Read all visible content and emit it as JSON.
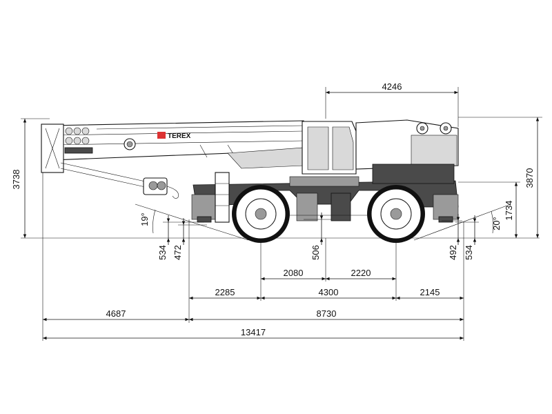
{
  "drawing": {
    "brand": "TEREX",
    "dimensions": {
      "cab_to_rear": "4246",
      "height_boom": "3738",
      "height_overall": "3870",
      "deck_height": "1734",
      "front_clearance": "534",
      "front_axle_clearance": "472",
      "center_clearance": "506",
      "rear_axle_clearance": "492",
      "rear_clearance": "534",
      "center_to_front_axle": "2080",
      "center_to_rear_axle": "2220",
      "front_overhang": "2285",
      "wheelbase": "4300",
      "rear_overhang": "2145",
      "boom_overhang": "4687",
      "carrier_length": "8730",
      "overall_length": "13417"
    },
    "angles": {
      "approach": "19°",
      "departure": "20°"
    }
  }
}
